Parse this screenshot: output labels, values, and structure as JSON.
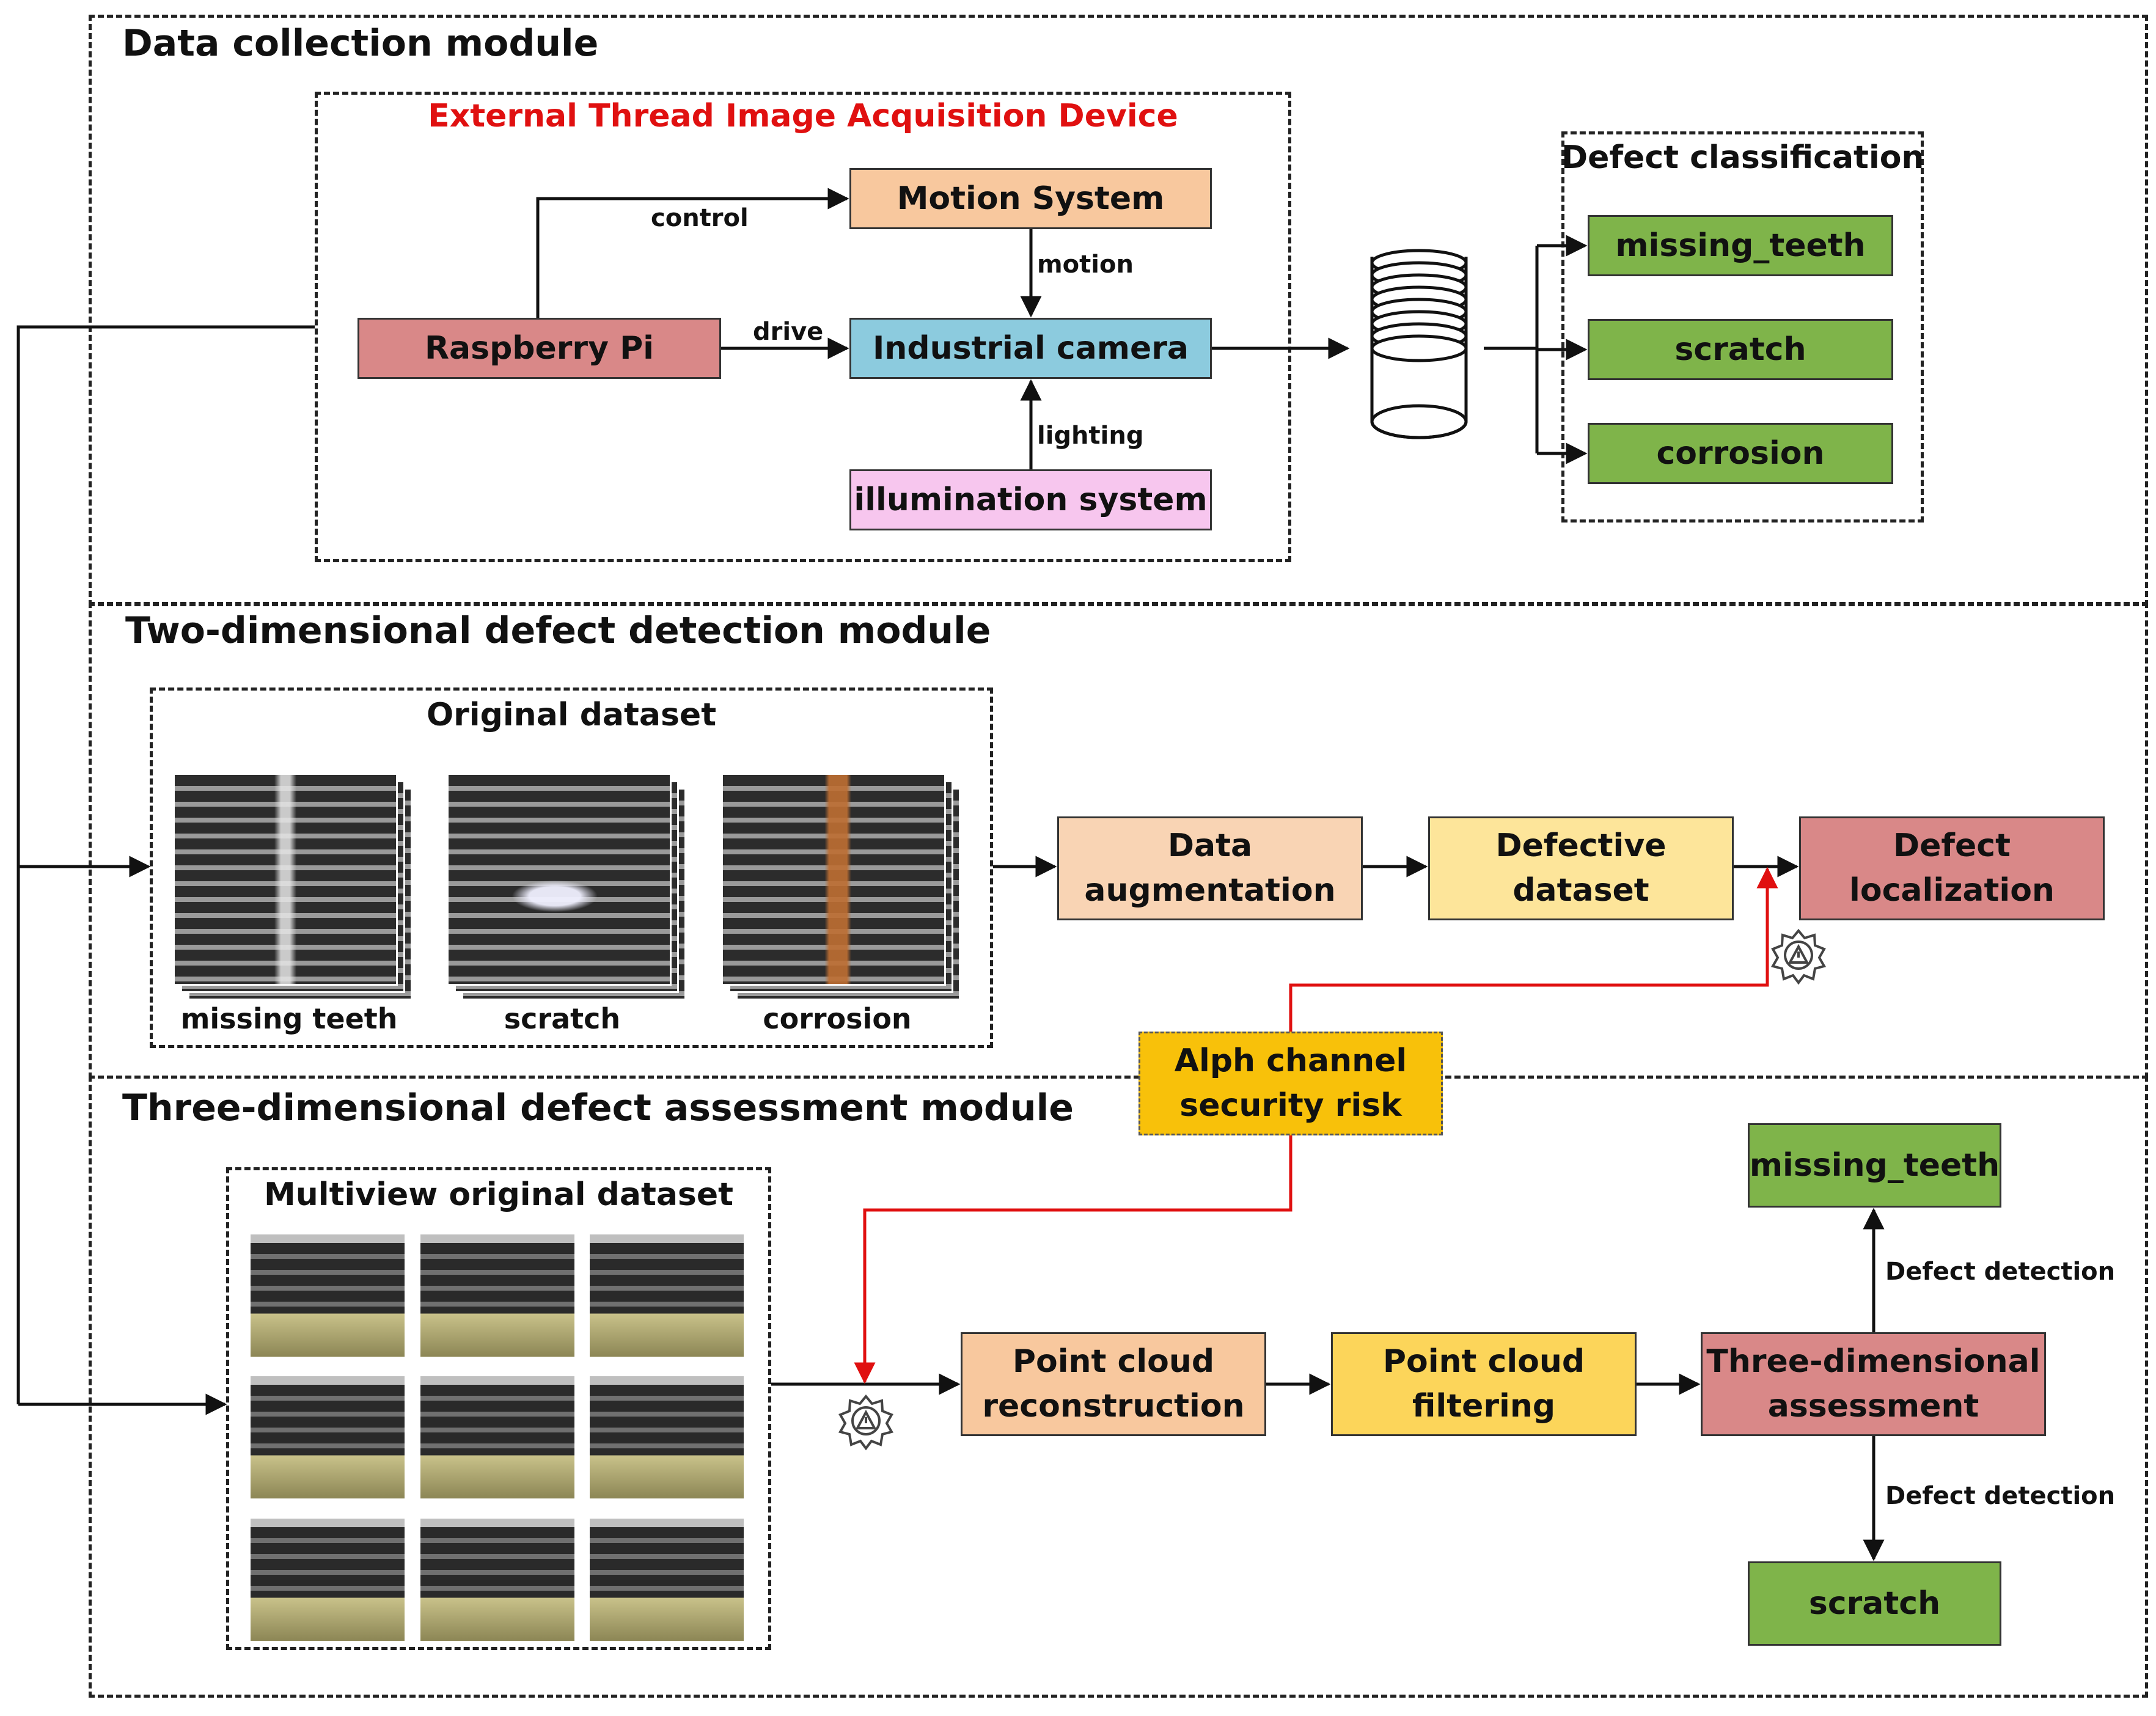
{
  "modules": {
    "collection": "Data collection module",
    "detection2d": "Two-dimensional defect detection module",
    "assessment3d": "Three-dimensional defect assessment module"
  },
  "acquisition": {
    "title": "External Thread Image Acquisition Device",
    "raspberry": "Raspberry Pi",
    "motion_system": "Motion System",
    "camera": "Industrial camera",
    "illumination": "illumination system",
    "control": "control",
    "drive": "drive",
    "motion": "motion",
    "lighting": "lighting"
  },
  "classification": {
    "title": "Defect classification",
    "items": [
      "missing_teeth",
      "scratch",
      "corrosion"
    ]
  },
  "dataset2d": {
    "title": "Original dataset",
    "captions": [
      "missing teeth",
      "scratch",
      "corrosion"
    ]
  },
  "pipeline2d": {
    "augmentation_l1": "Data",
    "augmentation_l2": "augmentation",
    "defective": "Defective dataset",
    "localization_l1": "Defect",
    "localization_l2": "localization"
  },
  "risk": {
    "l1": "Alph channel",
    "l2": "security risk"
  },
  "dataset3d": {
    "title": "Multiview original dataset"
  },
  "pipeline3d": {
    "reconstruction_l1": "Point cloud",
    "reconstruction_l2": "reconstruction",
    "filtering_l1": "Point cloud",
    "filtering_l2": "filtering",
    "assessment_l1": "Three-dimensional",
    "assessment_l2": "assessment",
    "out_top": "missing_teeth",
    "out_bottom": "scratch",
    "detect_top": "Defect detection",
    "detect_bottom": "Defect detection"
  },
  "colors": {
    "raspberry": "#d98888",
    "motion_system": "#f8c89e",
    "camera": "#8ccbde",
    "illumination": "#f7c6ee",
    "green": "#7fb44a",
    "augmentation": "#f9d4b4",
    "defective": "#fde59a",
    "localization": "#d98888",
    "risk": "#f8c10a",
    "reconstruction": "#f8c89e",
    "filtering": "#fcd55a",
    "assessment": "#d98888",
    "red_line": "#e01010"
  }
}
